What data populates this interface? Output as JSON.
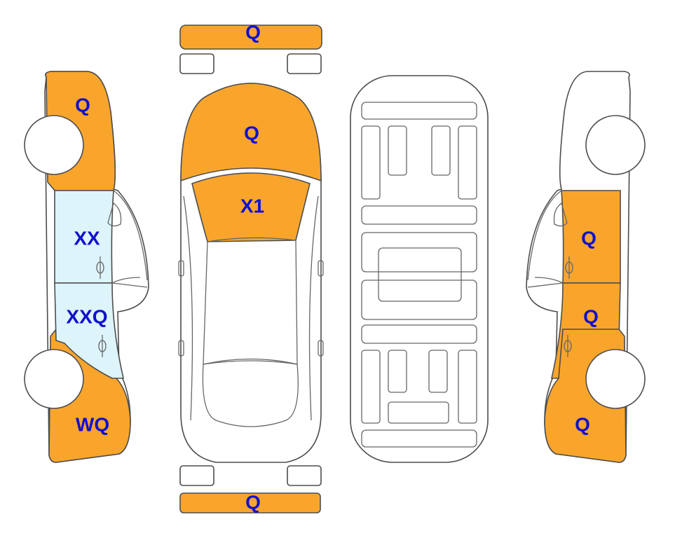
{
  "colors": {
    "damage": "#F9A52C",
    "glass": "#DDF4FB",
    "label": "#1010D0",
    "outline": "#4D4D4D"
  },
  "labels": {
    "front_bumper": "Q",
    "hood": "Q",
    "windshield": "X1",
    "rear_bumper": "Q",
    "left_front_fender": "Q",
    "left_front_door": "XX",
    "left_rear_door": "XXQ",
    "left_rear_quarter": "WQ",
    "right_front_door": "Q",
    "right_rear_door": "Q",
    "right_rear_quarter": "Q"
  }
}
